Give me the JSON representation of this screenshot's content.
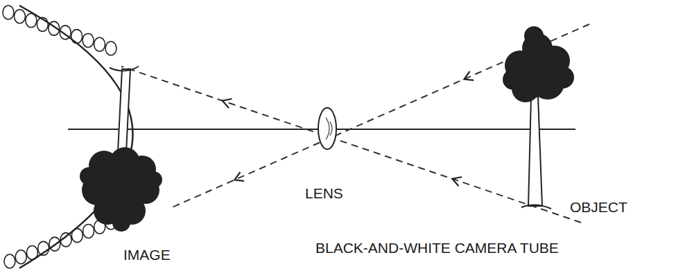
{
  "diagram": {
    "caption": "BLACK-AND-WHITE CAMERA TUBE",
    "labels": [
      "IMAGE",
      "LENS",
      "OBJECT"
    ]
  }
}
